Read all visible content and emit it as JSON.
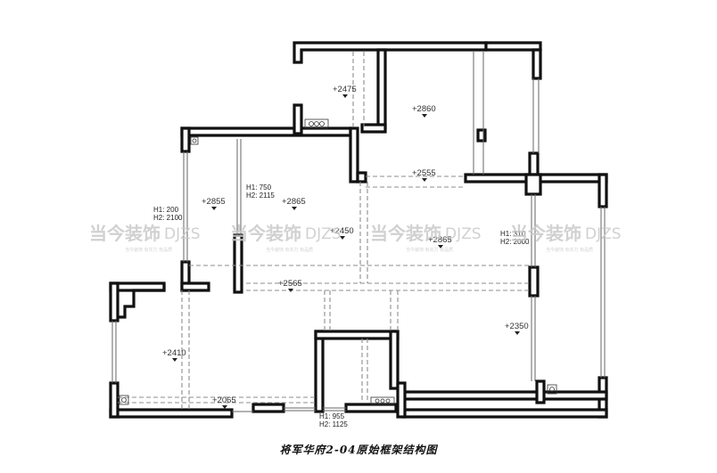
{
  "plan": {
    "title": "将军华府2-04原始框架结构图",
    "levels": [
      {
        "id": "kitchen",
        "text": "+2475"
      },
      {
        "id": "balcony-top",
        "text": "+2860"
      },
      {
        "id": "left-room",
        "text": "+2855"
      },
      {
        "id": "center-room",
        "text": "+2865"
      },
      {
        "id": "corridor-top",
        "text": "+2555"
      },
      {
        "id": "hall-mid",
        "text": "+2450"
      },
      {
        "id": "living",
        "text": "+2865"
      },
      {
        "id": "corridor-low",
        "text": "+2565"
      },
      {
        "id": "right-room",
        "text": "+2350"
      },
      {
        "id": "bottom-left",
        "text": "+2410"
      },
      {
        "id": "bottom-corridor",
        "text": "+2065"
      }
    ],
    "notes": [
      {
        "id": "left-window",
        "h1": "H1: 200",
        "h2": "H2: 2100"
      },
      {
        "id": "center-window",
        "h1": "H1: 750",
        "h2": "H2: 2115"
      },
      {
        "id": "right-window",
        "h1": "H1: 310",
        "h2": "H2: 2000"
      },
      {
        "id": "bottom-window",
        "h1": "H1: 955",
        "h2": "H2: 1125"
      }
    ],
    "watermark": {
      "cn": "当今装饰",
      "en": "DJZS",
      "sub": "当今装饰 有实力 有品质"
    }
  }
}
